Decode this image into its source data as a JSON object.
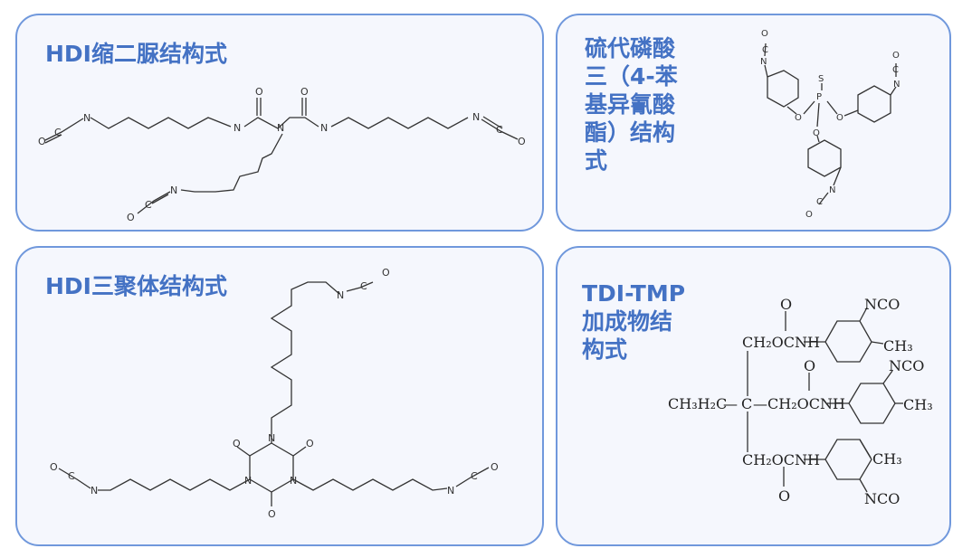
{
  "panels": [
    {
      "title": "HDI缩二脲结构式"
    },
    {
      "title_lines": [
        "硫代磷酸",
        "三（4-苯",
        "基异氰酸",
        "酯）结构",
        "式"
      ]
    },
    {
      "title": "HDI三聚体结构式"
    },
    {
      "title_lines": [
        "TDI-TMP",
        "加成物结",
        "构式"
      ]
    }
  ],
  "atoms": {
    "N": "N",
    "O": "O",
    "C": "C",
    "S": "S",
    "P": "P"
  },
  "tmp": {
    "row1": "CH₂OCNH",
    "row2_left": "CH₃H₂C",
    "row2_c": "C",
    "row2_right": "CH₂OCNH",
    "row3": "CH₂OCNH",
    "o": "O",
    "nco": "NCO",
    "ch3": "CH₃"
  },
  "colors": {
    "title": "#4472c4",
    "border": "#7098dc",
    "panel_bg": "#f5f7fd"
  }
}
